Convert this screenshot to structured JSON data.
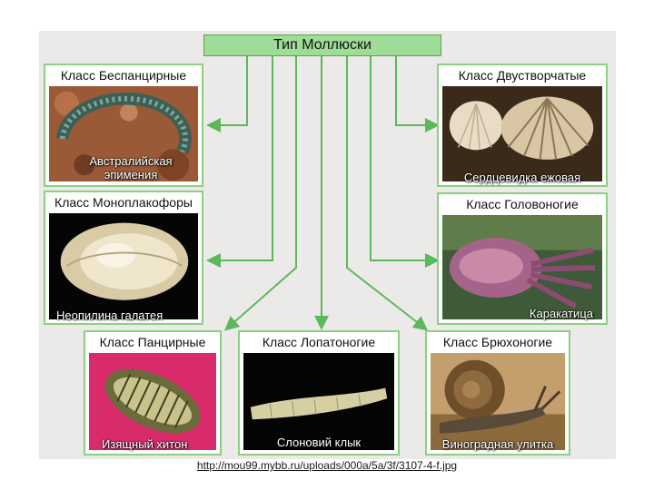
{
  "root": {
    "label": "Тип Моллюски"
  },
  "classes": {
    "aplacophora": {
      "title": "Класс Беспанцирные",
      "caption_line1": "Австралийская",
      "caption_line2": "эпимения"
    },
    "monoplacophora": {
      "title": "Класс Моноплакофоры",
      "caption": "Неопилина галатея"
    },
    "polyplacophora": {
      "title": "Класс Панцирные",
      "caption": "Изящный хитон"
    },
    "scaphopoda": {
      "title": "Класс Лопатоногие",
      "caption": "Слоновий клык"
    },
    "gastropoda": {
      "title": "Класс Брюхоногие",
      "caption": "Виноградная улитка"
    },
    "bivalvia": {
      "title": "Класс Двустворчатые",
      "caption": "Сердцевидка ежовая"
    },
    "cephalopoda": {
      "title": "Класс Головоногие",
      "caption": "Каракатица"
    }
  },
  "source_url": "http://mou99.mybb.ru/uploads/000a/5a/3f/3107-4-f.jpg",
  "colors": {
    "connector": "#5cb85a",
    "card_border": "#8ccf83",
    "root_fill": "#9fdc97"
  }
}
